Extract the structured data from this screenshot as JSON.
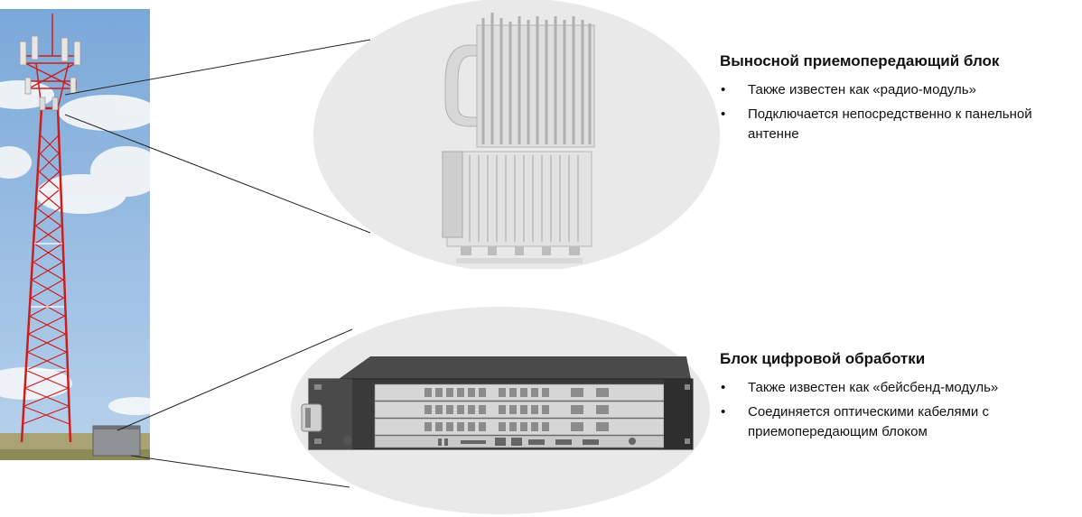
{
  "sections": [
    {
      "title": "Выносной приемопередающий блок",
      "bullets": [
        "Также известен как «радио-модуль»",
        "Подключается непосредственно к панельной антенне"
      ]
    },
    {
      "title": "Блок цифровой обработки",
      "bullets": [
        "Также известен как «бейсбенд-модуль»",
        "Соединяется оптическими кабелями с приемопередающим блоком"
      ]
    }
  ],
  "bullet_glyph": "•",
  "colors": {
    "tower_red": "#cc1e1e",
    "sky": "#8db8e2",
    "ellipse": "#e9e9e9",
    "device_gray": "#d8d8d8",
    "chassis_dark": "#3a3a3a"
  }
}
